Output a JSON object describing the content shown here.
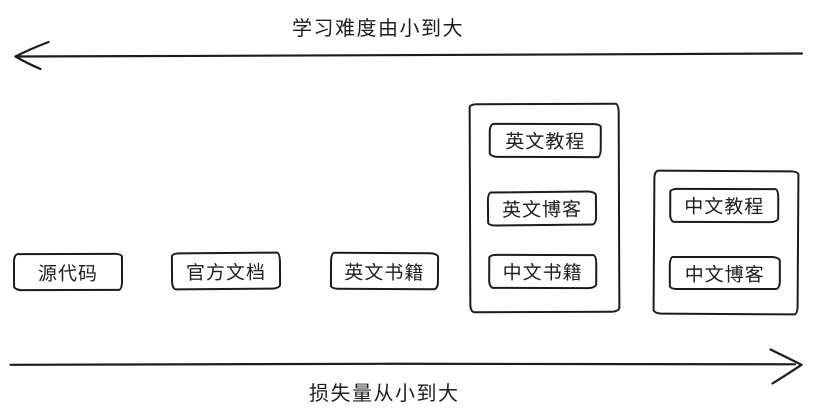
{
  "top_axis": {
    "label": "学习难度由小到大",
    "arrow_direction": "left"
  },
  "bottom_axis": {
    "label": "损失量从小到大",
    "arrow_direction": "right"
  },
  "standalone_boxes": [
    {
      "label": "源代码"
    },
    {
      "label": "官方文档"
    },
    {
      "label": "英文书籍"
    }
  ],
  "groups": [
    {
      "items": [
        {
          "label": "英文教程"
        },
        {
          "label": "英文博客"
        },
        {
          "label": "中文书籍"
        }
      ]
    },
    {
      "items": [
        {
          "label": "中文教程"
        },
        {
          "label": "中文博客"
        }
      ]
    }
  ],
  "colors": {
    "stroke": "#1c1c1c",
    "background": "#ffffff"
  }
}
